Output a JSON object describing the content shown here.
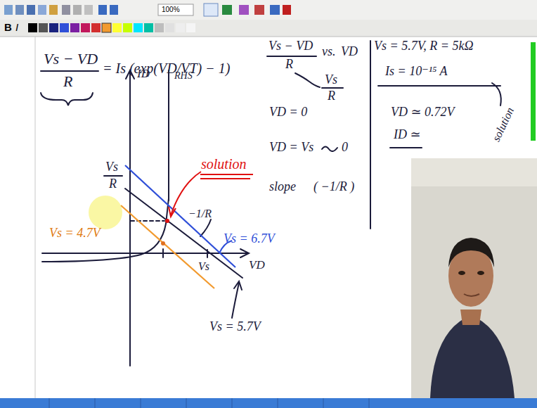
{
  "diagram": {
    "labels": [
      "B",
      "I",
      "100%",
      "Vs − VD",
      "R",
      "= Is (exp(VD/VT) − 1)",
      "Vs − VD",
      "R",
      "vs.",
      "VD",
      "Vs",
      "R",
      "VD = 0",
      "VD = Vs",
      "0",
      "slope",
      "( −1/R )",
      "Vs = 5.7V, R = 5kΩ",
      "Is = 10⁻¹⁵ A",
      "VD ≃ 0.72V",
      "solution",
      "ID ≃",
      "ID",
      "RHS",
      "solution",
      "Vs",
      "R",
      "−1/R",
      "Vs = 6.7V",
      "Vs = 4.7V",
      "VD",
      "Vs",
      "Vs = 5.7V"
    ]
  }
}
